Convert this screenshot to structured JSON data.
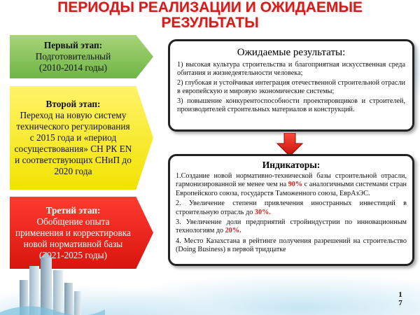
{
  "title": {
    "line1": "ПЕРИОДЫ РЕАЛИЗАЦИИ И ОЖИДАЕМЫЕ",
    "line2": "РЕЗУЛЬТАТЫ"
  },
  "stages": [
    {
      "head": "Первый этап:",
      "lines": [
        "Подготовительный",
        "(2010-2014 годы)"
      ]
    },
    {
      "head": "Второй этап:",
      "lines": [
        "Переход на новую систему технического регулирования с 2015 года и «период сосуществования» СН РК EN и соответствующих СНиП до 2020 года"
      ]
    },
    {
      "head": "Третий этап:",
      "lines": [
        "Обобщение опыта применения и корректировка новой нормативной базы",
        "(2021-2025 годы)"
      ]
    }
  ],
  "results": {
    "title": "Ожидаемые результаты:",
    "items": [
      "1) высокая культура строительства и благоприятная искусственная среда обитания и жизнедеятельности человека;",
      "2) глубокая и устойчивая интеграция отечественной строительной отрасли в европейскую и мировую экономические системы;",
      "3) повышение конкурентоспособности проектировщиков и строителей, производителей строительных материалов и конструкций."
    ]
  },
  "indicators": {
    "title": "Индикаторы:",
    "item1_pre": "1.Создание новой нормативно-технической базы строительной отрасли, гармонизированной не менее чем на ",
    "item1_hl": "90%",
    "item1_post": " с аналогичными системами стран Европейского союза, государств Таможенного союза, ЕврАзЭС.",
    "item2_pre": "2. Увеличение степени привлечения иностранных инвестиций в строительную отрасль до ",
    "item2_hl": "30%.",
    "item3_pre": "3. Увеличение доли предприятий стройиндустрии по инновационным технологиям до ",
    "item3_hl": "20%.",
    "item4": "4. Место Казахстана в рейтинге получения разрешений на строительство (Doing Business) в первой тридцатке"
  },
  "page_number": {
    "d1": "1",
    "d2": "7"
  },
  "colors": {
    "title": "#d21d1d",
    "stage1": "#7fbf4d",
    "stage2": "#fff000",
    "stage3": "#e52418",
    "arrow": "#e52418"
  }
}
